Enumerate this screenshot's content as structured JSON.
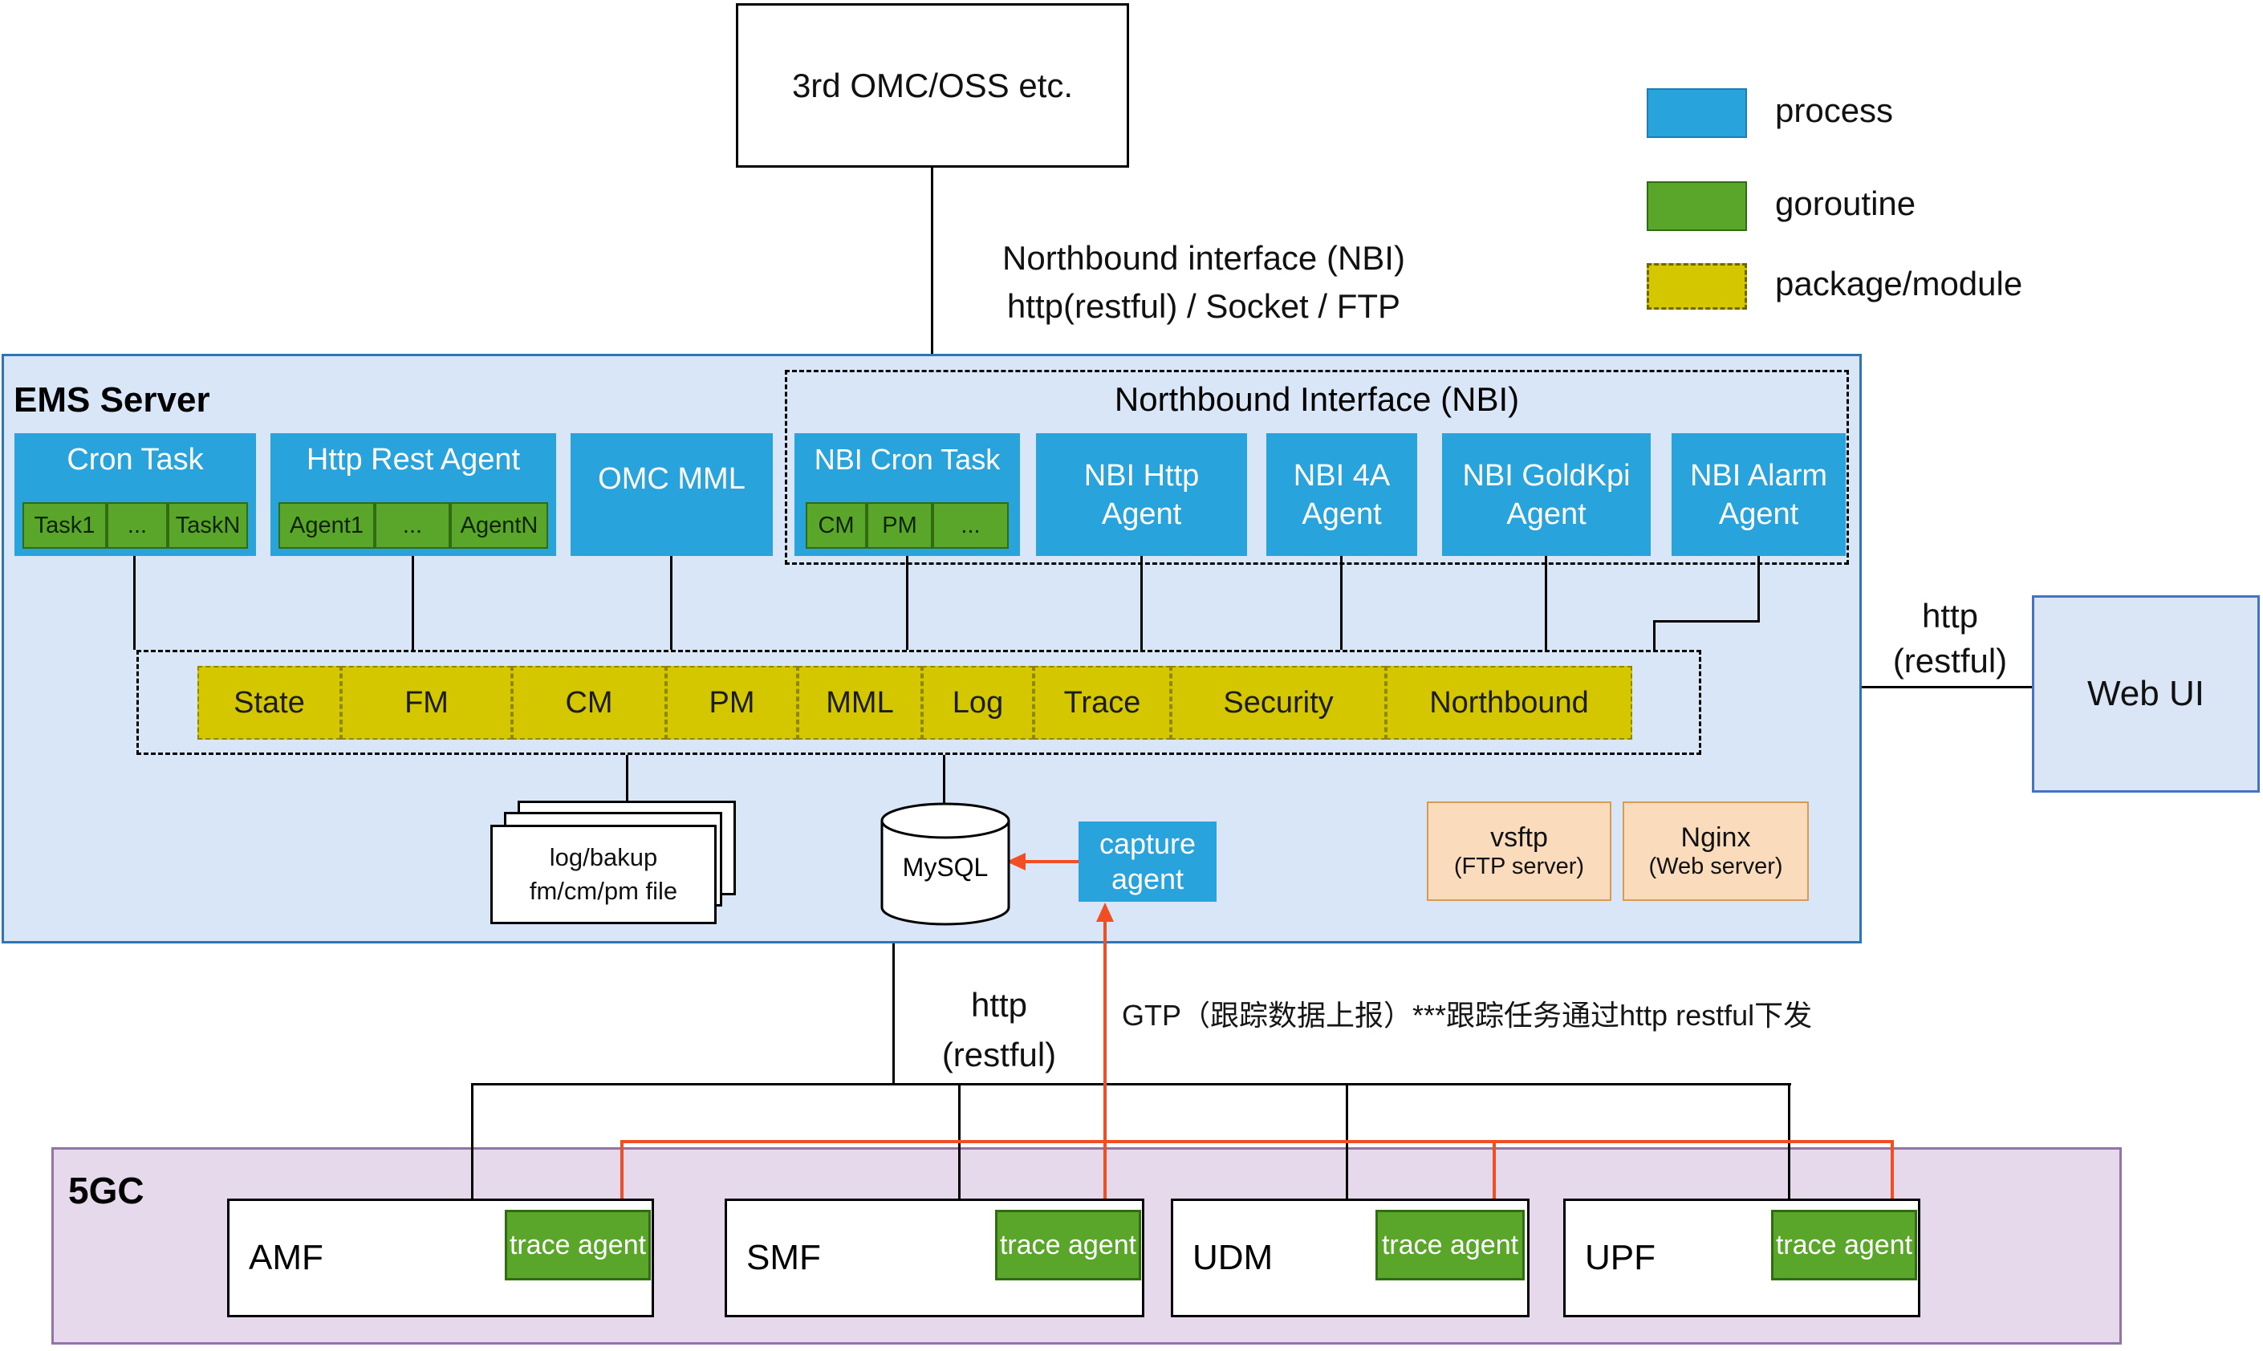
{
  "colors": {
    "process_blue": "#29a3dc",
    "goroutine_green": "#5aa62a",
    "module_yellow": "#d4c700",
    "accent_orange": "#f14e23",
    "ems_bg": "#d9e6f8",
    "core_bg": "#e6d9ec",
    "server_peach": "#fadcbc"
  },
  "external": {
    "omc_oss": "3rd OMC/OSS etc.",
    "web_ui": "Web UI"
  },
  "legend": {
    "process": "process",
    "goroutine": "goroutine",
    "package": "package/module"
  },
  "nbi_label": {
    "line1": "Northbound interface (NBI)",
    "line2": "http(restful) / Socket / FTP"
  },
  "ems": {
    "title": "EMS Server",
    "cron_task": {
      "title": "Cron Task",
      "cells": [
        "Task1",
        "...",
        "TaskN"
      ]
    },
    "http_rest_agent": {
      "title": "Http Rest Agent",
      "cells": [
        "Agent1",
        "...",
        "AgentN"
      ]
    },
    "omc_mml": "OMC MML",
    "nbi": {
      "title": "Northbound Interface (NBI)",
      "cron_task": {
        "title": "NBI Cron Task",
        "cells": [
          "CM",
          "PM",
          "..."
        ]
      },
      "http_agent": "NBI Http Agent",
      "fouraa_agent": "NBI 4A Agent",
      "goldkpi_agent": "NBI GoldKpi Agent",
      "alarm_agent": "NBI Alarm Agent"
    },
    "modules": [
      "State",
      "FM",
      "CM",
      "PM",
      "MML",
      "Log",
      "Trace",
      "Security",
      "Northbound"
    ],
    "files": {
      "line1": "log/bakup",
      "line2": "fm/cm/pm file"
    },
    "mysql": "MySQL",
    "capture_agent": "capture agent",
    "vsftp": {
      "line1": "vsftp",
      "line2": "(FTP server)"
    },
    "nginx": {
      "line1": "Nginx",
      "line2": "(Web server)"
    }
  },
  "links": {
    "http_restful_right": {
      "line1": "http",
      "line2": "(restful)"
    },
    "http_restful_bottom": {
      "line1": "http",
      "line2": "(restful)"
    },
    "gtp_note": "GTP（跟踪数据上报）***跟踪任务通过http restful下发"
  },
  "core": {
    "title": "5GC",
    "trace_agent": "trace agent",
    "nfs": [
      "AMF",
      "SMF",
      "UDM",
      "UPF"
    ]
  }
}
